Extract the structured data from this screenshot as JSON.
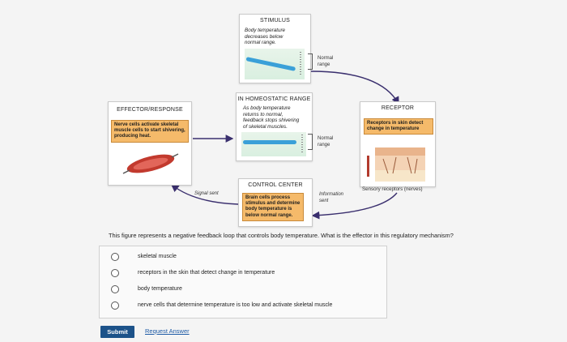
{
  "diagram": {
    "stimulus": {
      "title": "STIMULUS",
      "text": "Body temperature decreases below normal range."
    },
    "homeostatic": {
      "title": "IN HOMEOSTATIC RANGE",
      "text": "As body temperature returns to normal, feedback stops shivering of skeletal muscles."
    },
    "normal_range_top": "Normal range",
    "normal_range_mid": "Normal range",
    "effector": {
      "title": "EFFECTOR/RESPONSE",
      "text": "Nerve cells activate skeletal muscle cells to start shivering, producing heat."
    },
    "receptor": {
      "title": "RECEPTOR",
      "text": "Receptors in skin detect change in temperature",
      "caption": "Sensory receptors (nerves)"
    },
    "control": {
      "title": "CONTROL CENTER",
      "text": "Brain cells process stimulus and determine body temperature is below normal range."
    },
    "signal_sent": "Signal sent",
    "information_sent": "Information sent"
  },
  "question": "This figure represents a negative feedback loop that controls body temperature. What is the effector in this regulatory mechanism?",
  "options": [
    "skeletal muscle",
    "receptors in the skin that detect change in temperature",
    "body temperature",
    "nerve cells that determine temperature is too low and activate skeletal muscle"
  ],
  "buttons": {
    "submit": "Submit",
    "request": "Request Answer"
  },
  "colors": {
    "orange": "#f5ba6a",
    "arrow": "#3a2f6e",
    "submit": "#1c5289",
    "link": "#1d5aa5"
  }
}
